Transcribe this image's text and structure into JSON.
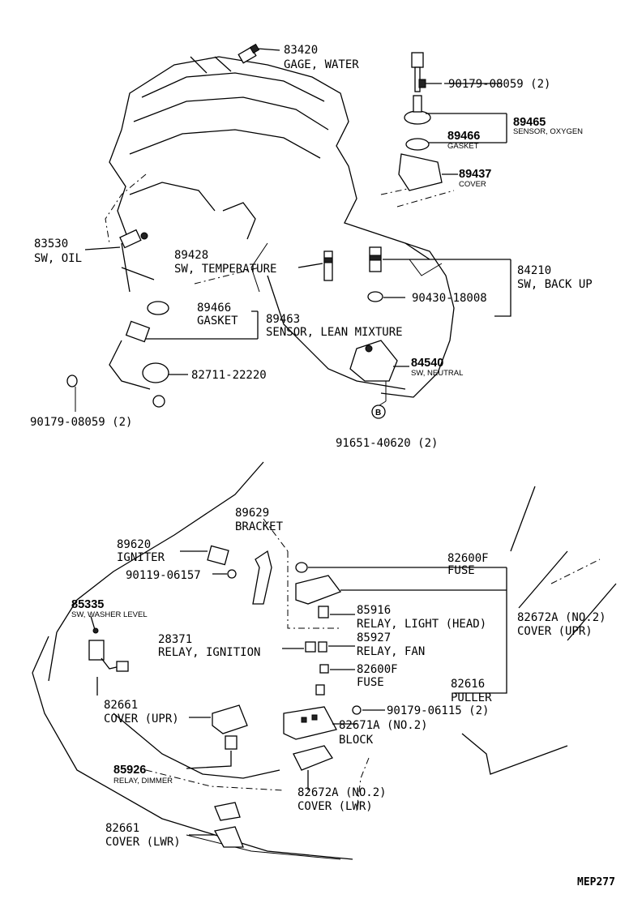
{
  "diagram_code": "MEP277",
  "parts": {
    "p83420": {
      "number": "83420",
      "name": "GAGE, WATER"
    },
    "p89465": {
      "number": "89465",
      "name": "SENSOR, OXYGEN"
    },
    "p90179a": {
      "number": "90179-08059 (2)"
    },
    "p89466a": {
      "number": "89466",
      "name": "GASKET"
    },
    "p89437": {
      "number": "89437",
      "name": "COVER"
    },
    "p83530": {
      "number": "83530",
      "name": "SW, OIL"
    },
    "p89428": {
      "number": "89428",
      "name": "SW, TEMPERATURE"
    },
    "p84210": {
      "number": "84210",
      "name": "SW, BACK UP"
    },
    "p90430": {
      "number": "90430-18008"
    },
    "p89466b": {
      "number": "89466",
      "name": "GASKET"
    },
    "p89463": {
      "number": "89463",
      "name": "SENSOR, LEAN MIXTURE"
    },
    "p84540": {
      "number": "84540",
      "name": "SW, NEUTRAL"
    },
    "p82711": {
      "number": "82711-22220"
    },
    "p90179b": {
      "number": "90179-08059 (2)"
    },
    "p91651": {
      "number": "91651-40620 (2)",
      "marker": "B"
    },
    "p89629": {
      "number": "89629",
      "name": "BRACKET"
    },
    "p89620": {
      "number": "89620",
      "name": "IGNITER"
    },
    "p90119": {
      "number": "90119-06157"
    },
    "p82600a": {
      "number": "82600F",
      "name": "FUSE"
    },
    "p85335": {
      "number": "85335",
      "name": "SW, WASHER LEVEL"
    },
    "p85916": {
      "number": "85916",
      "name": "RELAY, LIGHT (HEAD)"
    },
    "p82672upr": {
      "number": "82672A (NO.2)",
      "name": "COVER (UPR)"
    },
    "p28371": {
      "number": "28371",
      "name": "RELAY, IGNITION"
    },
    "p85927": {
      "number": "85927",
      "name": "RELAY, FAN"
    },
    "p82600b": {
      "number": "82600F",
      "name": "FUSE"
    },
    "p82616": {
      "number": "82616",
      "name": "PULLER"
    },
    "p82661upr": {
      "number": "82661",
      "name": "COVER (UPR)"
    },
    "p90179c": {
      "number": "90179-06115 (2)"
    },
    "p82671": {
      "number": "82671A (NO.2)",
      "name": "BLOCK"
    },
    "p85926": {
      "number": "85926",
      "name": "RELAY, DIMMER"
    },
    "p82672lwr": {
      "number": "82672A (NO.2)",
      "name": "COVER (LWR)"
    },
    "p82661lwr": {
      "number": "82661",
      "name": "COVER (LWR)"
    }
  }
}
